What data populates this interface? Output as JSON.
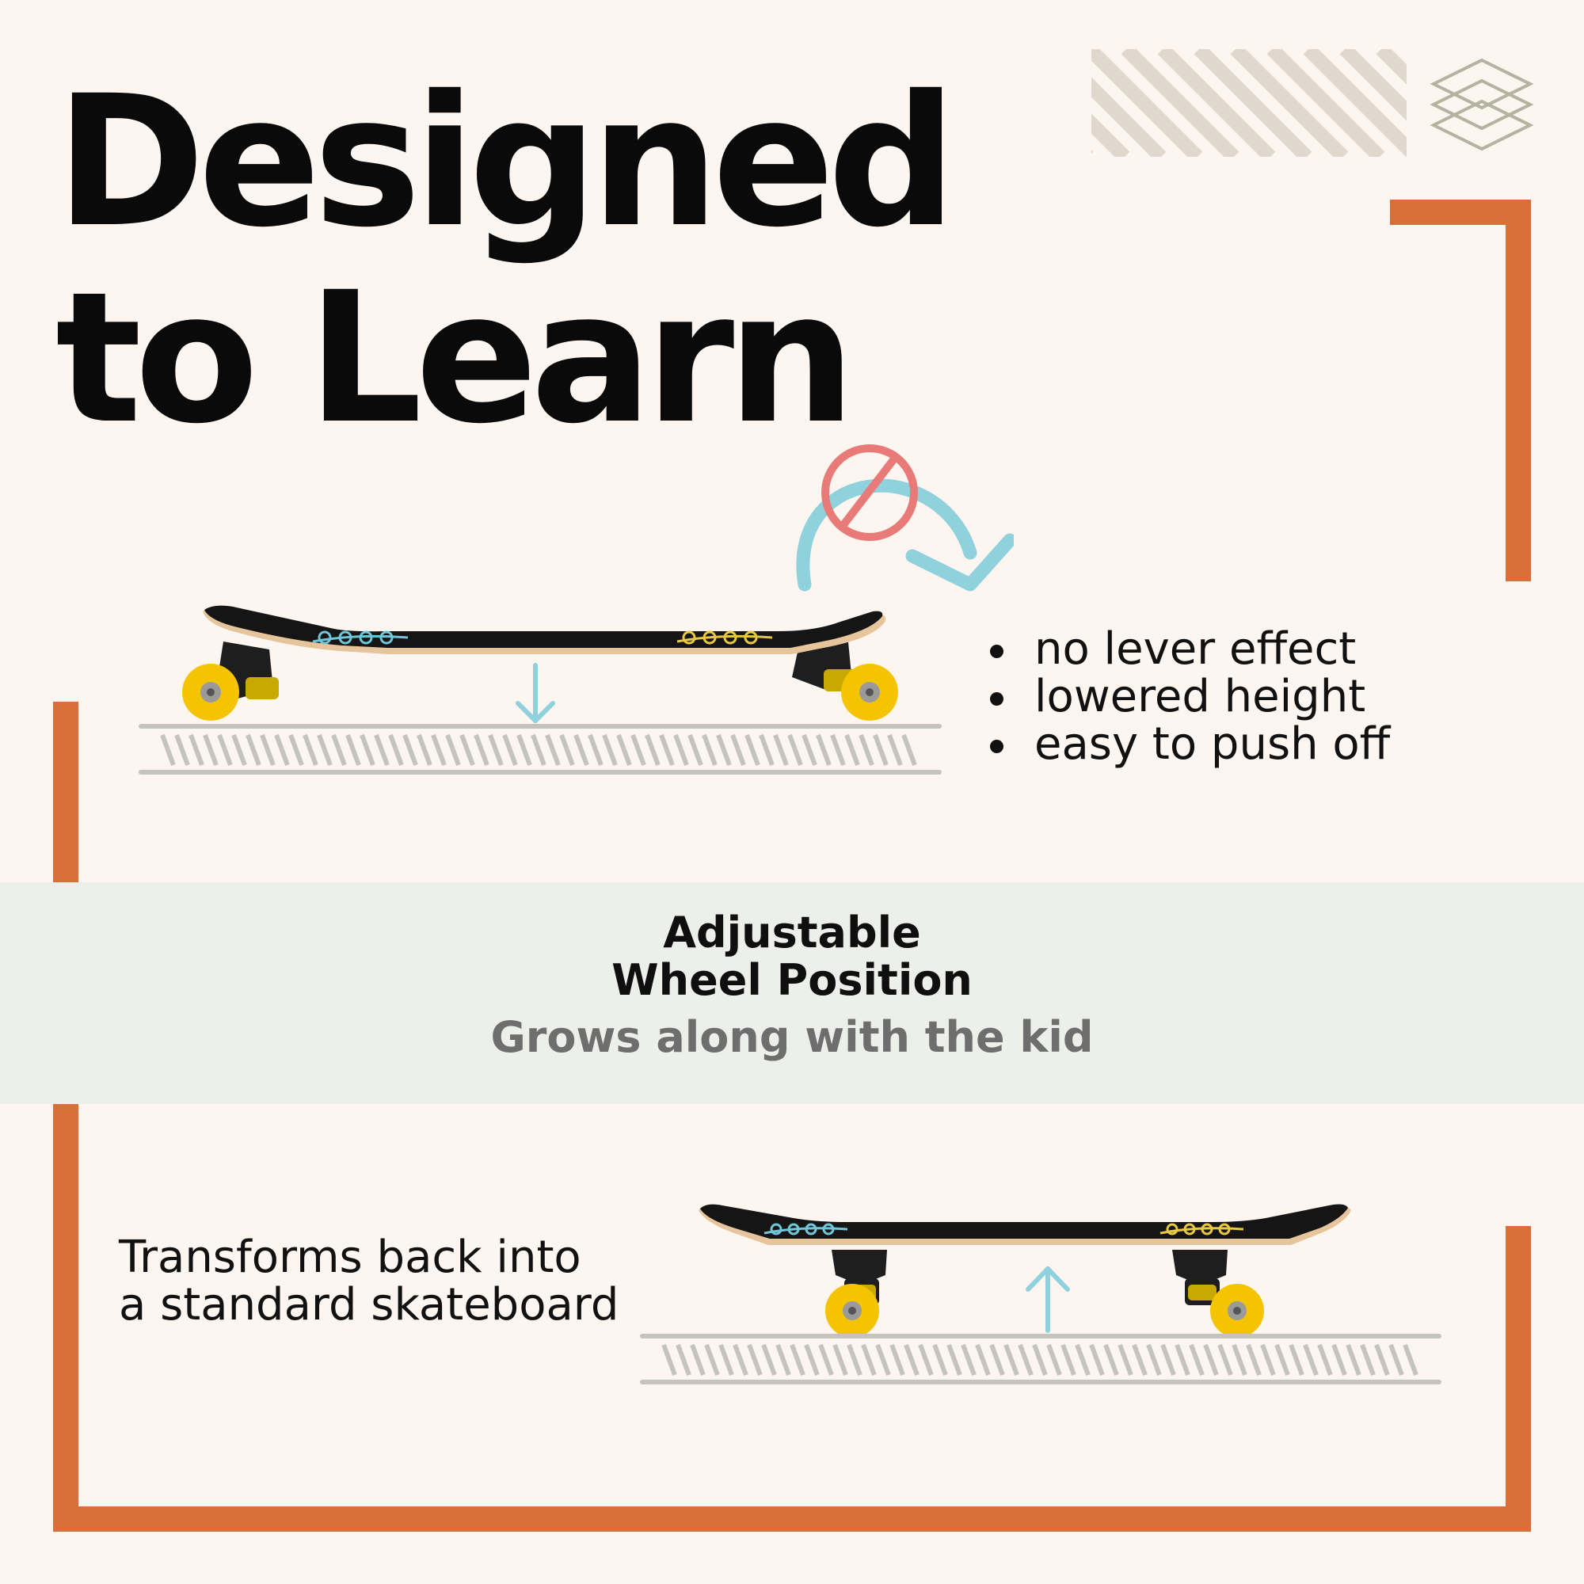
{
  "headline": {
    "line1": "Designed",
    "line2": "to Learn"
  },
  "features": [
    {
      "text": "no lever effect"
    },
    {
      "text": "lowered height"
    },
    {
      "text": "easy to push off"
    }
  ],
  "band": {
    "title_line1": "Adjustable",
    "title_line2": "Wheel Position",
    "subtitle": "Grows along with the kid"
  },
  "transform": {
    "line1": "Transforms back into",
    "line2": "a standard skateboard"
  },
  "colors": {
    "background": "#fdf6f0",
    "accent_orange": "#d9703a",
    "band": "#edf0ea",
    "arrow_teal": "#8fd1dc",
    "no_sign_red": "#e87a78",
    "wheel_yellow": "#f5c400",
    "stripe_beige": "#e0d8cc"
  }
}
